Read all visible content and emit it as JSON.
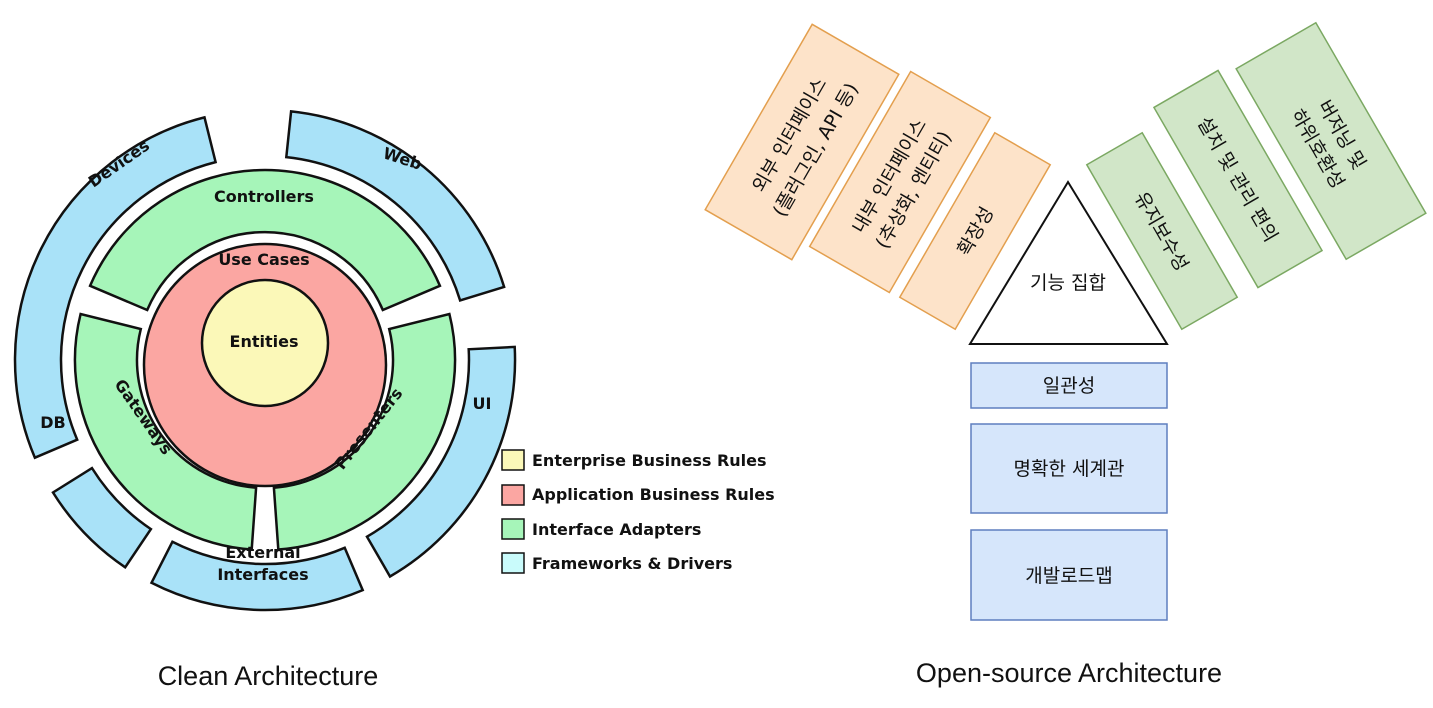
{
  "colors": {
    "entities": "#fbf8b8",
    "use_cases": "#fba6a2",
    "adapters": "#a6f5b9",
    "frameworks": "#a9e2f8",
    "legend_frameworks": "#c9fbfb",
    "orange_fill": "#fde3c9",
    "orange_stroke": "#e39f4e",
    "green_fill": "#d1e6c8",
    "green_stroke": "#7ba862",
    "blue_fill": "#d6e6fb",
    "blue_stroke": "#5f7fbf"
  },
  "clean": {
    "caption": "Clean Architecture",
    "rings": {
      "entities": "Entities",
      "use_cases": "Use Cases",
      "controllers": "Controllers",
      "gateways": "Gateways",
      "presenters": "Presenters",
      "devices": "Devices",
      "web": "Web",
      "ui": "UI",
      "db": "DB",
      "external_line1": "External",
      "external_line2": "Interfaces"
    },
    "legend": [
      {
        "label": "Enterprise Business Rules",
        "color": "#fbf8b8"
      },
      {
        "label": "Application Business Rules",
        "color": "#fba6a2"
      },
      {
        "label": "Interface Adapters",
        "color": "#a6f5b9"
      },
      {
        "label": "Frameworks & Drivers",
        "color": "#c9fbfb"
      }
    ]
  },
  "open_source": {
    "caption": "Open-source Architecture",
    "triangle_label": "기능 집합",
    "left_boxes": [
      {
        "line1": "외부 인터페이스",
        "line2": "(플러그인, API 등)"
      },
      {
        "line1": "내부 인터페이스",
        "line2": "(추상화, 엔티티)"
      },
      {
        "line1": "확장성",
        "line2": ""
      }
    ],
    "right_boxes": [
      {
        "line1": "유지보수성",
        "line2": ""
      },
      {
        "line1": "설치 및 관리 편의",
        "line2": ""
      },
      {
        "line1": "버저닝 및",
        "line2": "하위호환성"
      }
    ],
    "stack": [
      "일관성",
      "명확한 세계관",
      "개발로드맵"
    ]
  }
}
